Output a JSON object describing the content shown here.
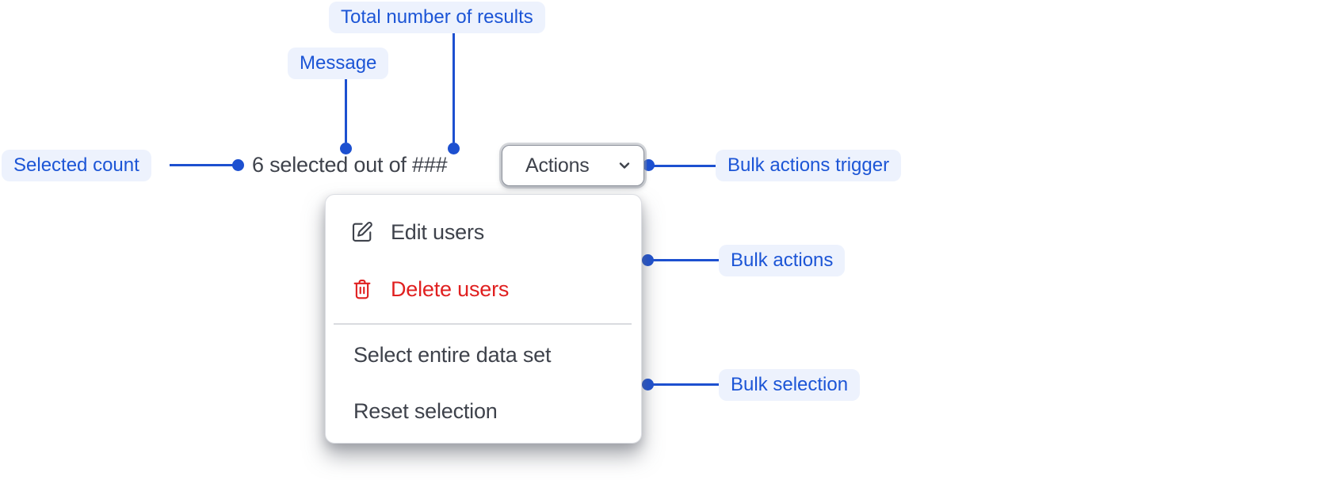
{
  "colors": {
    "annotation_text": "#1c55d6",
    "annotation_bg": "#edf2fd",
    "connector": "#1d50d0",
    "text_dark": "#3e424b",
    "danger_red": "#e02020",
    "menu_bg": "#ffffff",
    "button_bg": "#ffffff",
    "button_border": "#8d929c",
    "divider": "#d9dbdf"
  },
  "annotations": {
    "total_results": "Total number of results",
    "message": "Message",
    "selected_count": "Selected count",
    "bulk_actions_trigger": "Bulk actions trigger",
    "bulk_actions": "Bulk actions",
    "bulk_selection": "Bulk selection"
  },
  "summary": {
    "message": "6 selected out of ###"
  },
  "actions_button": {
    "label": "Actions",
    "icon": "chevron-down-icon"
  },
  "menu": {
    "items": [
      {
        "label": "Edit users",
        "icon": "edit-icon",
        "style": "default"
      },
      {
        "label": "Delete users",
        "icon": "trash-icon",
        "style": "danger"
      },
      {
        "label": "Select entire data set",
        "icon": null,
        "style": "default"
      },
      {
        "label": "Reset selection",
        "icon": null,
        "style": "default"
      }
    ]
  }
}
